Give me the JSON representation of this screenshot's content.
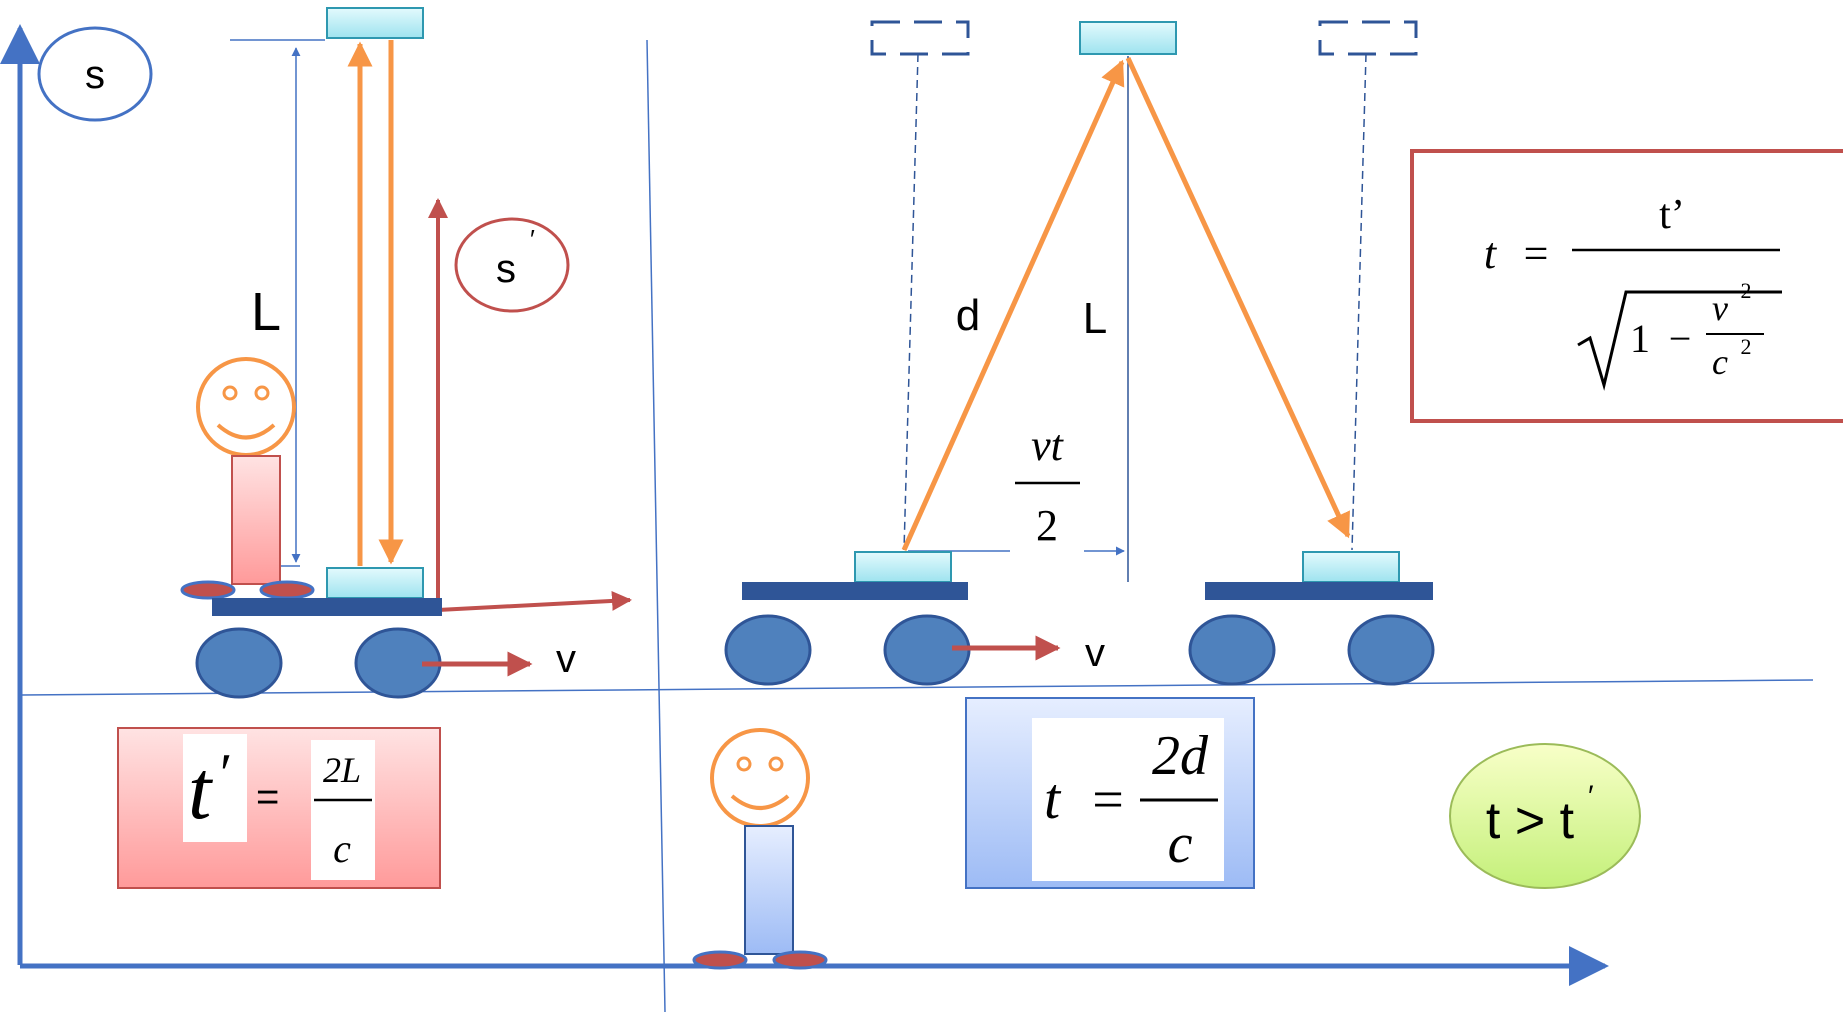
{
  "labels": {
    "frame_s": "s",
    "frame_s_prime": "s",
    "prime_mark": "′",
    "length_left": "L",
    "length_right": "L",
    "diagonal": "d",
    "velocity_left": "v",
    "velocity_right": "v"
  },
  "formulas": {
    "t_prime": {
      "lhs": "t",
      "prime": "′",
      "eq": "=",
      "num": "2L",
      "den": "c"
    },
    "t_moving": {
      "lhs": "t",
      "eq": "=",
      "num": "2d",
      "den": "c"
    },
    "half_vt": {
      "num": "vt",
      "den": "2"
    },
    "dilation": {
      "lhs": "t",
      "eq": "=",
      "num": "t’",
      "one": "1",
      "minus": "−",
      "v": "v",
      "c": "c",
      "exp": "2"
    },
    "comparison": "t > t",
    "comparison_prime": "′"
  },
  "colors": {
    "axis": "#4472C4",
    "orange": "#F79646",
    "red": "#C0504D",
    "wagon": "#2F5597",
    "wheel": "#4F81BD",
    "mirror": "#B7EEF7"
  }
}
